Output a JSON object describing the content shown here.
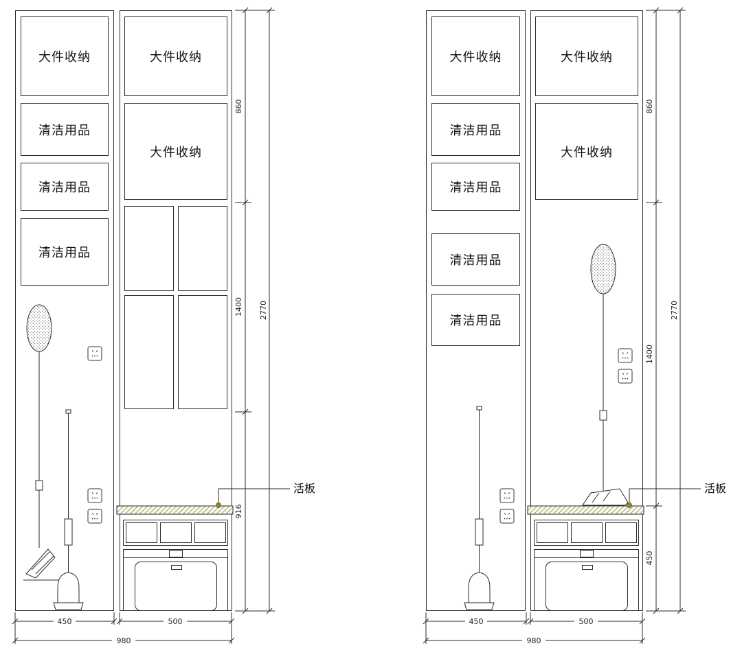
{
  "page": {
    "background": "#ffffff",
    "line_color": "#2a2a2a",
    "accent_dot_color": "#8a8b2f"
  },
  "drawings": [
    {
      "id": "elevation-a",
      "left_column_compartments": [
        "大件收纳",
        "清洁用品",
        "清洁用品",
        "清洁用品"
      ],
      "right_column_compartments": [
        "大件收纳",
        "大件收纳"
      ],
      "side_dims": [
        "860",
        "1400",
        "916"
      ],
      "total_height": "2770",
      "bottom_dims": [
        "450",
        "500"
      ],
      "total_width": "980",
      "callout": "活板"
    },
    {
      "id": "elevation-b",
      "left_column_compartments": [
        "大件收纳",
        "清洁用品",
        "清洁用品",
        "清洁用品",
        "清洁用品"
      ],
      "right_column_compartments": [
        "大件收纳",
        "大件收纳"
      ],
      "side_dims": [
        "860",
        "1400",
        "450"
      ],
      "total_height": "2770",
      "bottom_dims": [
        "450",
        "500"
      ],
      "total_width": "980",
      "callout": "活板"
    }
  ]
}
